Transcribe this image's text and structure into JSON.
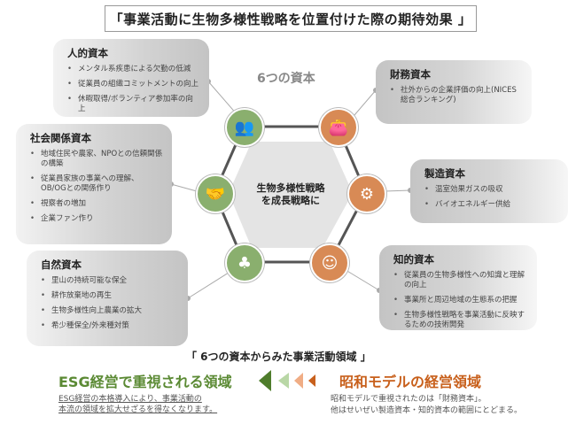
{
  "title": "「事業活動に生物多様性戦略を位置付けた際の期待効果 」",
  "six_capitals_label": "6つの資本",
  "center_text": [
    "生物多様性戦略",
    "を成長戦略に"
  ],
  "capitals": [
    {
      "name": "人的資本",
      "items": [
        "メンタル系疾患による欠勤の低減",
        "従業員の組織コミットメントの向上",
        "休暇取得/ボランティア参加率の向上"
      ]
    },
    {
      "name": "社会関係資本",
      "items": [
        "地域住民や農家、NPOとの信頼関係の構築",
        "従業員家族の事業への理解、OB/OGとの関係作り",
        "視察者の増加",
        "企業ファン作り"
      ]
    },
    {
      "name": "自然資本",
      "items": [
        "里山の持続可能な保全",
        "耕作放棄地の再生",
        "生物多様性向上農業の拡大",
        "希少種保全/外来種対策"
      ]
    },
    {
      "name": "財務資本",
      "items": [
        "社外からの企業評価の向上(NICES総合ランキング)"
      ]
    },
    {
      "name": "製造資本",
      "items": [
        "温室効果ガスの吸収",
        "バイオエネルギー供給"
      ]
    },
    {
      "name": "知的資本",
      "items": [
        "従業員の生物多様性への知識と理解の向上",
        "事業所と周辺地域の生態系の把握",
        "生物多様性戦略を事業活動に反映するための技術開発"
      ]
    }
  ],
  "section_title": "「 6つの資本からみた事業活動領域 」",
  "esg": {
    "heading": "ESG経営で重視される領域",
    "text": [
      "ESG経営の本格導入により、事業活動の",
      "本流の領域を拡大せざるを得なくなります。"
    ]
  },
  "showa": {
    "heading": "昭和モデルの経営領域",
    "text": [
      "昭和モデルで重視されたのは「財務資本」。",
      "他はせいぜい製造資本・知的資本の範囲にとどまる。"
    ]
  },
  "colors": {
    "green": "#5b8a34",
    "orange": "#c8601c",
    "circle_green": "#8aaf6e",
    "circle_orange": "#d88a55"
  }
}
